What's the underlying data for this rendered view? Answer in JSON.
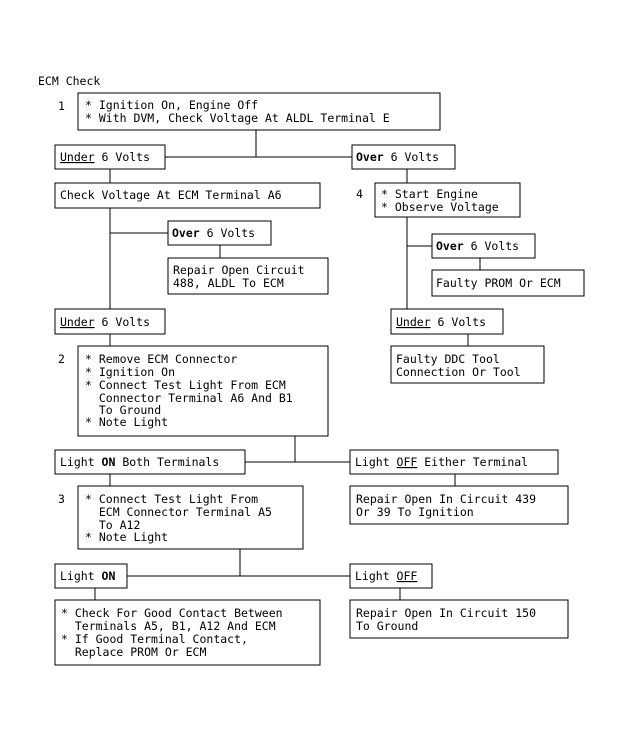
{
  "title": "ECM Check",
  "steps": {
    "s1": "1",
    "s2": "2",
    "s3": "3",
    "s4": "4"
  },
  "boxes": {
    "step1": [
      "* Ignition On, Engine Off",
      "* With DVM, Check Voltage At ALDL Terminal E"
    ],
    "under1": {
      "em": "Under",
      "rest": " 6 Volts"
    },
    "over1": {
      "em": "Over",
      "rest": " 6 Volts"
    },
    "check_a6": [
      "Check Voltage At ECM Terminal A6"
    ],
    "step4": [
      "* Start Engine",
      "* Observe Voltage"
    ],
    "over2": {
      "em": "Over",
      "rest": " 6 Volts"
    },
    "repair488": [
      "Repair Open Circuit",
      "488, ALDL To ECM"
    ],
    "over3": {
      "em": "Over",
      "rest": " 6 Volts"
    },
    "faulty_prom": [
      "Faulty PROM Or ECM"
    ],
    "under2": {
      "em": "Under",
      "rest": " 6 Volts"
    },
    "under3": {
      "em": "Under",
      "rest": " 6 Volts"
    },
    "step2": [
      "* Remove ECM Connector",
      "* Ignition On",
      "* Connect Test Light From ECM",
      "  Connector Terminal A6 And B1",
      "  To Ground",
      "* Note Light"
    ],
    "faulty_ddc": [
      "Faulty DDC Tool",
      "Connection Or Tool"
    ],
    "light_on_both": {
      "pre": "Light ",
      "em": "ON",
      "rest": " Both Terminals"
    },
    "light_off_either": {
      "pre": "Light ",
      "em": "OFF",
      "rest": " Either Terminal"
    },
    "step3": [
      "* Connect Test Light From",
      "  ECM Connector Terminal A5",
      "  To A12",
      "* Note Light"
    ],
    "repair439": [
      "Repair Open In Circuit 439",
      "Or 39 To Ignition"
    ],
    "light_on": {
      "pre": "Light ",
      "em": "ON",
      "rest": ""
    },
    "light_off": {
      "pre": "Light ",
      "em": "OFF",
      "rest": ""
    },
    "check_contact": [
      "* Check For Good Contact Between",
      "  Terminals A5, B1, A12 And ECM",
      "* If Good Terminal Contact,",
      "  Replace PROM Or ECM"
    ],
    "repair150": [
      "Repair Open In Circuit 150",
      "To Ground"
    ]
  }
}
